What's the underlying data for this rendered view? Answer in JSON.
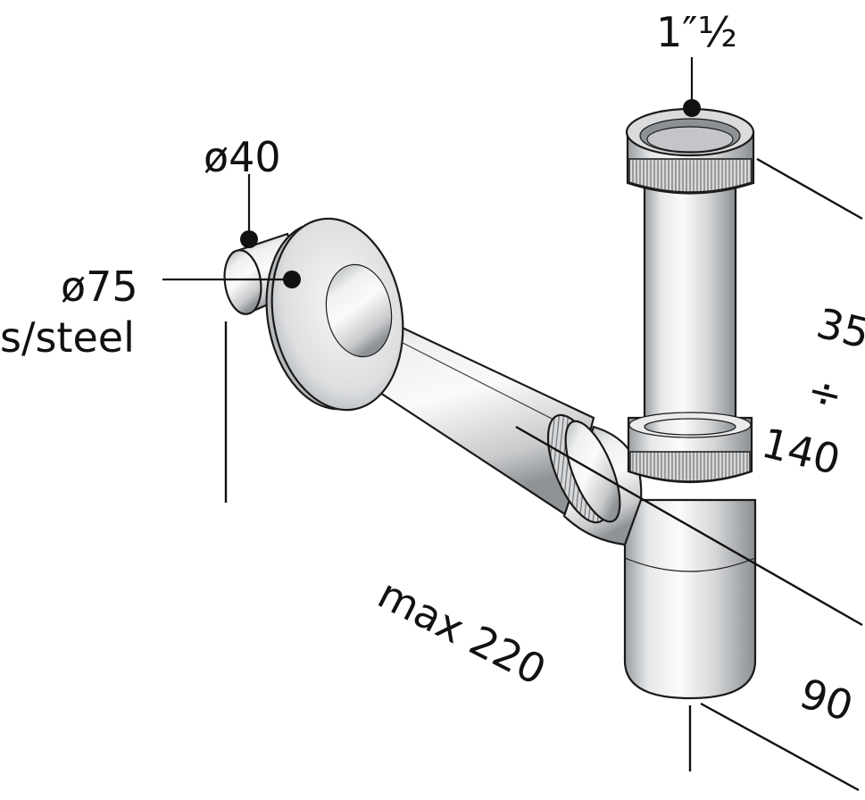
{
  "labels": {
    "top_thread": "1″½",
    "pipe_diameter": "ø40",
    "flange_diameter": "ø75",
    "material": "s/steel",
    "height_min": "35",
    "height_sep": "÷",
    "height_max": "140",
    "reach": "max 220",
    "depth": "90"
  },
  "colors": {
    "ink": "#111111",
    "metal_light": "#f4f5f6",
    "metal_mid": "#c9cbcd",
    "metal_dark": "#8f9295"
  }
}
